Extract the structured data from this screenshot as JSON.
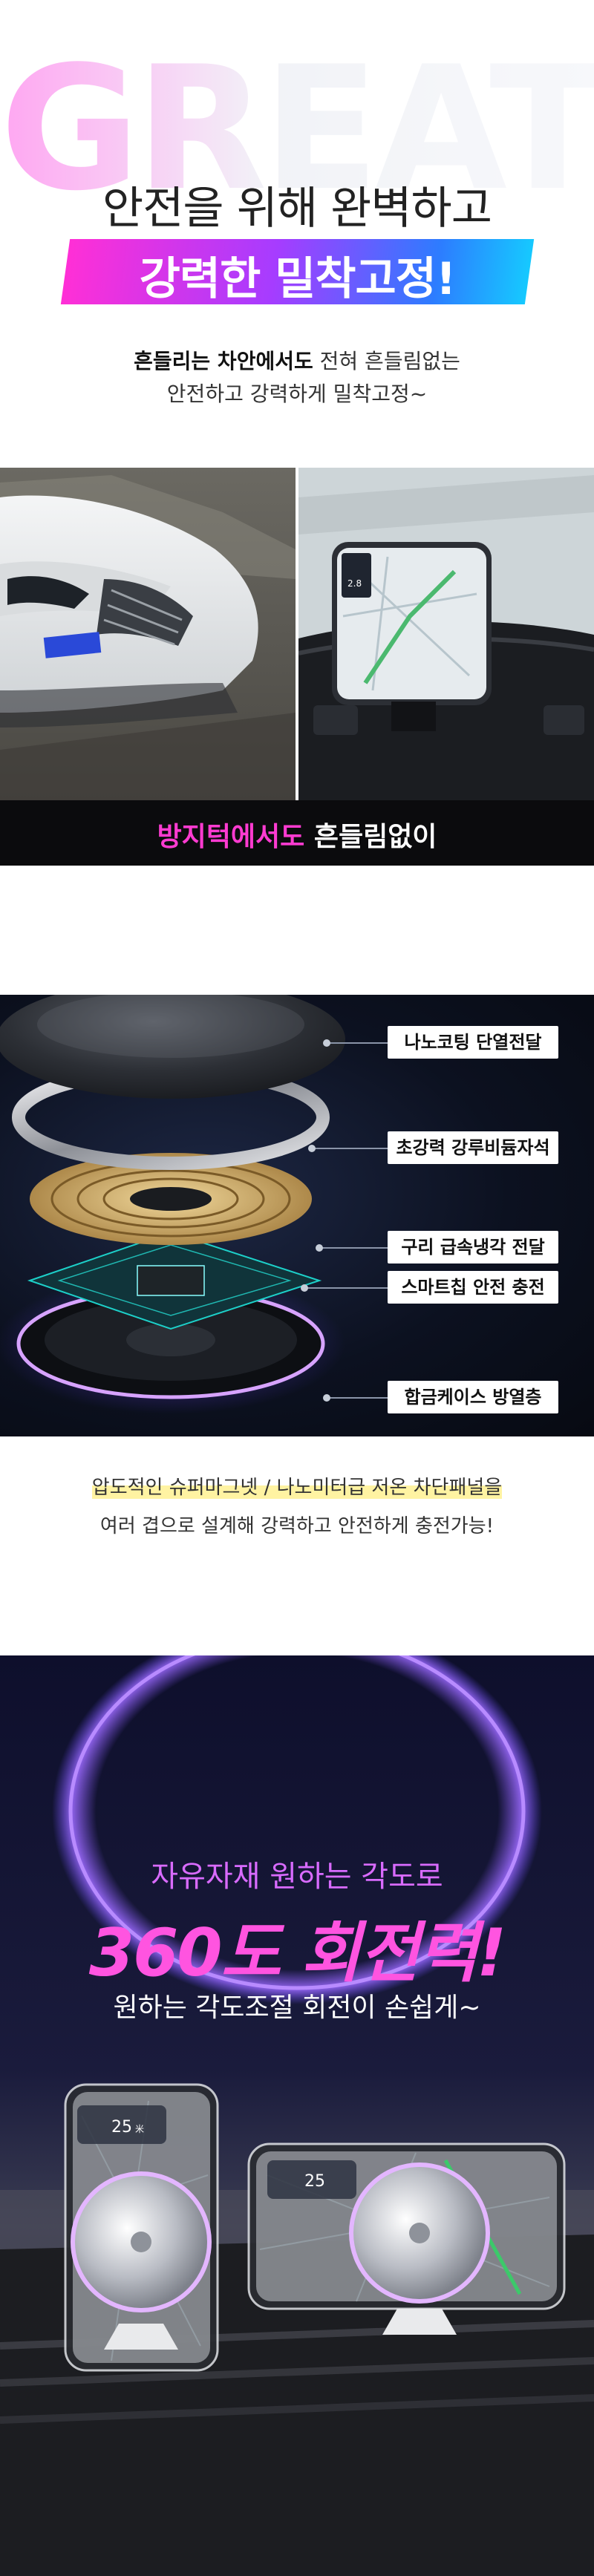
{
  "hero": {
    "bg_word": "GREAT",
    "headline_1": "안전을 위해 완벽하고",
    "headline_2": "강력한 밀착고정!",
    "desc_bold": "흔들리는 차안에서도",
    "desc_rest": " 전혀 흔들림없는",
    "desc_line2": "안전하고 강력하게 밀착고정~"
  },
  "photos": {
    "caption_pink": "방지턱에서도",
    "caption_white": " 흔들림없이",
    "screen_time": "2.8"
  },
  "layers": {
    "labels": [
      "나노코팅 단열전달",
      "초강력 강루비듐자석",
      "구리 급속냉각 전달",
      "스마트칩 안전 충전",
      "합금케이스 방열층"
    ],
    "desc_line1": "압도적인 슈퍼마그넷 / 나노미터급 저온 차단패널을",
    "desc_line2": "여러 겹으로 설계해 강력하고 안전하게 충전가능!"
  },
  "rotation": {
    "line1": "자유자재 원하는 각도로",
    "line2": "360도 회전력!",
    "line3": "원하는 각도조절 회전이 손쉽게~",
    "nav_distance": "25",
    "nav_unit": "米",
    "nav_distance_2": "25"
  },
  "colors": {
    "accent_pink": "#ff3bd1",
    "accent_purple": "#a63cff",
    "accent_blue": "#2d7cff",
    "dark": "#0b0b0d"
  }
}
